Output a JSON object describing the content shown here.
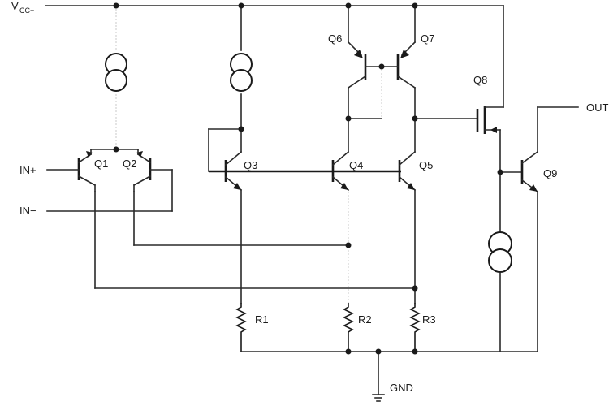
{
  "supply": {
    "v": "V",
    "sub": "CC+"
  },
  "inputs": {
    "in_plus": "IN+",
    "in_minus": "IN−"
  },
  "output": "OUT",
  "ground": "GND",
  "transistors": {
    "q1": "Q1",
    "q2": "Q2",
    "q3": "Q3",
    "q4": "Q4",
    "q5": "Q5",
    "q6": "Q6",
    "q7": "Q7",
    "q8": "Q8",
    "q9": "Q9"
  },
  "resistors": {
    "r1": "R1",
    "r2": "R2",
    "r3": "R3"
  }
}
